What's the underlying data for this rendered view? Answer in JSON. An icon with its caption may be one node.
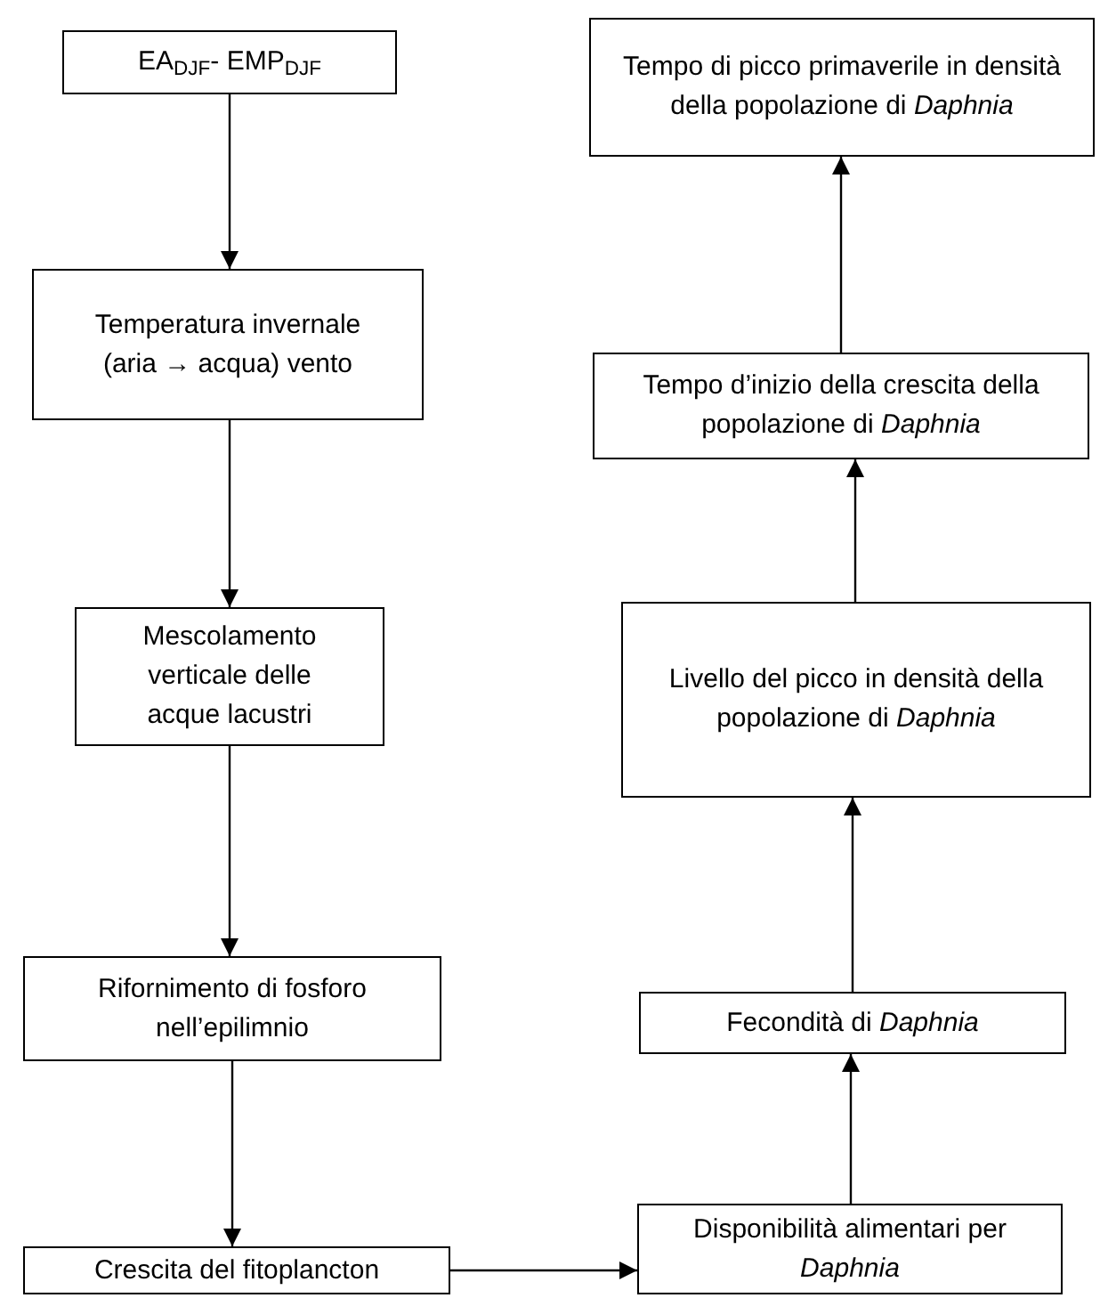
{
  "diagram": {
    "nodes": [
      {
        "text": [
          "EA$_{DJF}$- EMP$_{DJF}$"
        ]
      },
      {
        "text": [
          "Temperatura invernale (aria → acqua) vento"
        ]
      },
      {
        "text": [
          "Mescolamento verticale delle acque lacustri"
        ]
      },
      {
        "text": [
          "Rifornimento di fosforo nell’epilimnio"
        ]
      },
      {
        "text": [
          "Crescita del fitoplancton"
        ]
      },
      {
        "text": [
          "Disponibilità alimentari per *Daphnia*"
        ]
      },
      {
        "text": [
          "Fecondità di *Daphnia*"
        ]
      },
      {
        "text": [
          "Livello del picco in densità della popolazione di *Daphnia*"
        ]
      },
      {
        "text": [
          "Tempo d’inizio della crescita della popolazione di *Daphnia*"
        ]
      },
      {
        "text": [
          "Tempo di picco primaverile in densità della popolazione di *Daphnia*"
        ]
      }
    ],
    "edges": [
      {
        "from": 0,
        "to": 1,
        "arrow": "to"
      },
      {
        "from": 1,
        "to": 2,
        "arrow": "to"
      },
      {
        "from": 2,
        "to": 3,
        "arrow": "to"
      },
      {
        "from": 3,
        "to": 4,
        "arrow": "to"
      },
      {
        "from": 4,
        "to": 5,
        "arrow": "to"
      },
      {
        "from": 5,
        "to": 6,
        "arrow": "to"
      },
      {
        "from": 6,
        "to": 7,
        "arrow": "to"
      },
      {
        "from": 7,
        "to": 8,
        "arrow": "to"
      },
      {
        "from": 8,
        "to": 9,
        "arrow": "to"
      }
    ]
  }
}
